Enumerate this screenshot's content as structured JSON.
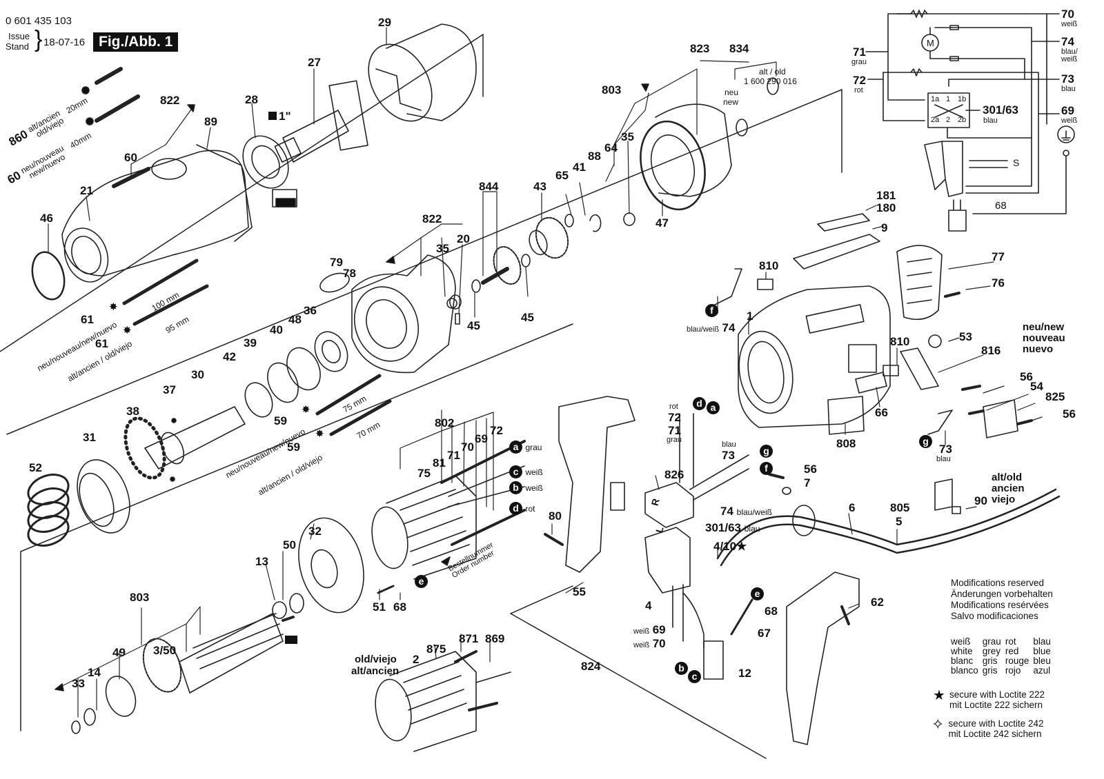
{
  "header": {
    "part_number": "0 601 435 103",
    "issue_label": "Issue",
    "stand_label": "Stand",
    "date": "18-07-16",
    "figure_label": "Fig./Abb. 1"
  },
  "callouts": {
    "p29": "29",
    "p27": "27",
    "p28": "28",
    "drive_size": "1\"",
    "p822a": "822",
    "p89": "89",
    "p60": "60",
    "p21": "21",
    "p46": "46",
    "p860": "860",
    "p860_note1": "alt/ancien",
    "p860_note2": "old/viejo",
    "p860_len": "20mm",
    "p60b": "60",
    "p60_note1": "neu/nouveau",
    "p60_note2": "new/nuevo",
    "p60_len": "40mm",
    "p61a": "61",
    "p61a_len": "100 mm",
    "p61a_note": "neu/nouveau/new/nuevo",
    "p61b": "61",
    "p61b_len": "95 mm",
    "p61b_note": "alt/ancien / old/viejo",
    "p823": "823",
    "p834": "834",
    "p834_old": "alt / old",
    "p834_oldnum": "1 600 290 016",
    "p834_new1": "neu",
    "p834_new2": "new",
    "p803a": "803",
    "p88": "88",
    "p35a": "35",
    "p64": "64",
    "p65": "65",
    "p41": "41",
    "p43": "43",
    "p47": "47",
    "p844": "844",
    "p822b": "822",
    "p35b": "35",
    "p20": "20",
    "p45a": "45",
    "p45b": "45",
    "p79": "79",
    "p78": "78",
    "p36": "36",
    "p48": "48",
    "p40": "40",
    "p39": "39",
    "p42": "42",
    "p30": "30",
    "p37": "37",
    "p38": "38",
    "p31": "31",
    "p52": "52",
    "p59a": "59",
    "p59a_len": "75 mm",
    "p59a_note": "neu/nouveau/new/nuevo",
    "p59b": "59",
    "p59b_len": "70 mm",
    "p59b_note": "alt/ancien / old/viejo",
    "p802": "802",
    "p75": "75",
    "p81": "81",
    "p71": "71",
    "p70": "70",
    "p69": "69",
    "p72": "72",
    "wire_a": "a",
    "wire_a_color": "grau",
    "wire_c": "c",
    "wire_c_color": "weiß",
    "wire_b": "b",
    "wire_b_color": "weiß",
    "wire_d": "d",
    "wire_d_color": "rot",
    "order_number_de": "Bestellnummer",
    "order_number_en": "Order number",
    "p32": "32",
    "p50": "50",
    "p13": "13",
    "p51": "51",
    "p68a": "68",
    "wire_e": "e",
    "p803b": "803",
    "p350": "3/50",
    "p49": "49",
    "p14": "14",
    "p33": "33",
    "old_stator_1": "old/viejo",
    "old_stator_2": "alt/ancien",
    "p2": "2",
    "p875": "875",
    "p871": "871",
    "p869": "869",
    "p80": "80",
    "p55": "55",
    "p824": "824",
    "sw_d": "d",
    "sw_a": "a",
    "sw_72_color": "rot",
    "sw_72": "72",
    "sw_71": "71",
    "sw_71_color": "grau",
    "sw_73_color": "blau",
    "sw_73": "73",
    "sw_g": "g",
    "sw_f": "f",
    "p826": "826",
    "sw_74": "74",
    "sw_74_color": "blau/weiß",
    "sw_301": "301/63",
    "sw_301_color": "blau",
    "p410": "4/10",
    "sw_R": "R",
    "sw_L": "L",
    "p4": "4",
    "p69b_color": "weiß",
    "p69b": "69",
    "p70b_color": "weiß",
    "p70b": "70",
    "wire_b2": "b",
    "wire_c2": "c",
    "wire_e2": "e",
    "p68b": "68",
    "p67": "67",
    "p12": "12",
    "p56a": "56",
    "p7": "7",
    "p6": "6",
    "p805": "805",
    "p5": "5",
    "p62": "62",
    "p90": "90",
    "p90_note1": "alt/old",
    "p90_note2": "ancien",
    "p90_note3": "viejo",
    "p181": "181",
    "p180": "180",
    "p9": "9",
    "p810a": "810",
    "wire_f": "f",
    "p74c": "74",
    "p74c_color": "blau/weiß",
    "p1": "1",
    "p77": "77",
    "p76": "76",
    "p810b": "810",
    "p53": "53",
    "p816": "816",
    "new_note1": "neu/new",
    "new_note2": "nouveau",
    "new_note3": "nuevo",
    "p56b": "56",
    "p54": "54",
    "p825": "825",
    "p56c": "56",
    "p66": "66",
    "p808": "808",
    "wire_g": "g",
    "p73c": "73",
    "p73c_color": "blau"
  },
  "schematic": {
    "w70": "70",
    "w70_color": "weiß",
    "w74": "74",
    "w74_color1": "blau/",
    "w74_color2": "weiß",
    "w73": "73",
    "w73_color": "blau",
    "w69": "69",
    "w69_color": "weiß",
    "w71": "71",
    "w71_color": "grau",
    "w72": "72",
    "w72_color": "rot",
    "motor": "M",
    "sw_1a": "1a",
    "sw_1": "1",
    "sw_1b": "1b",
    "sw_2a": "2a",
    "sw_2": "2",
    "sw_2b": "2b",
    "sw_num": "301/63",
    "sw_color": "blau",
    "w68": "68",
    "signal": "S"
  },
  "notes": {
    "modifications": [
      "Modifications reserved",
      "Änderungen vorbehalten",
      "Modifications resérvées",
      "Salvo modificaciones"
    ],
    "colors": [
      [
        "weiß",
        "grau",
        "rot",
        "blau"
      ],
      [
        "white",
        "grey",
        "red",
        "blue"
      ],
      [
        "blanc",
        "gris",
        "rouge",
        "bleu"
      ],
      [
        "blanco",
        "gris",
        "rojo",
        "azul"
      ]
    ],
    "loctite222_en": "secure with Loctite 222",
    "loctite222_de": "mit Loctite 222 sichern",
    "loctite242_en": "secure with Loctite 242",
    "loctite242_de": "mit Loctite 242 sichern"
  }
}
